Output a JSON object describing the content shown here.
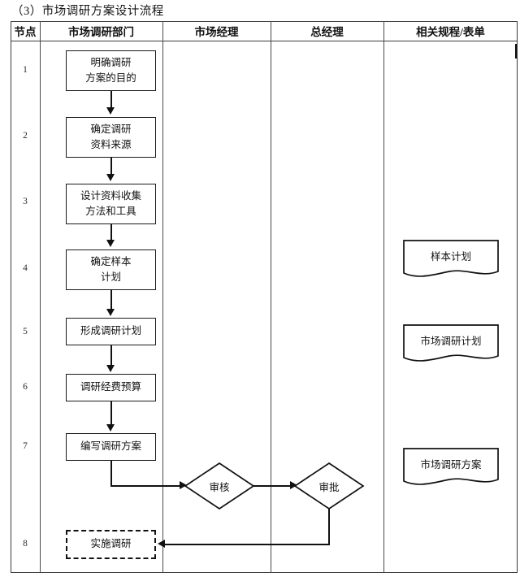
{
  "title": "（3）市场调研方案设计流程",
  "table": {
    "headers": [
      {
        "key": "node",
        "label": "节点"
      },
      {
        "key": "dept",
        "label": "市场调研部门"
      },
      {
        "key": "mgr",
        "label": "市场经理"
      },
      {
        "key": "gm",
        "label": "总经理"
      },
      {
        "key": "docs",
        "label": "相关规程/表单"
      }
    ],
    "node_numbers": [
      "1",
      "2",
      "3",
      "4",
      "5",
      "6",
      "7",
      "8"
    ]
  },
  "chart_data": {
    "type": "diagram",
    "diagram_kind": "swimlane-flowchart",
    "title": "（3）市场调研方案设计流程",
    "lanes": [
      "节点",
      "市场调研部门",
      "市场经理",
      "总经理",
      "相关规程/表单"
    ],
    "nodes": [
      {
        "id": "n1",
        "node": "1",
        "lane": "市场调研部门",
        "shape": "process",
        "lines": [
          "明确调研",
          "方案的目的"
        ]
      },
      {
        "id": "n2",
        "node": "2",
        "lane": "市场调研部门",
        "shape": "process",
        "lines": [
          "确定调研",
          "资料来源"
        ]
      },
      {
        "id": "n3",
        "node": "3",
        "lane": "市场调研部门",
        "shape": "process",
        "lines": [
          "设计资料收集",
          "方法和工具"
        ]
      },
      {
        "id": "n4",
        "node": "4",
        "lane": "市场调研部门",
        "shape": "process",
        "lines": [
          "确定样本",
          "计划"
        ]
      },
      {
        "id": "n5",
        "node": "5",
        "lane": "市场调研部门",
        "shape": "process",
        "lines": [
          "形成调研计划"
        ]
      },
      {
        "id": "n6",
        "node": "6",
        "lane": "市场调研部门",
        "shape": "process",
        "lines": [
          "调研经费预算"
        ]
      },
      {
        "id": "n7",
        "node": "7",
        "lane": "市场调研部门",
        "shape": "process",
        "lines": [
          "编写调研方案"
        ]
      },
      {
        "id": "d1",
        "node": "7",
        "lane": "市场经理",
        "shape": "decision",
        "lines": [
          "审核"
        ]
      },
      {
        "id": "d2",
        "node": "7",
        "lane": "总经理",
        "shape": "decision",
        "lines": [
          "审批"
        ]
      },
      {
        "id": "n8",
        "node": "8",
        "lane": "市场调研部门",
        "shape": "process-dashed",
        "lines": [
          "实施调研"
        ]
      },
      {
        "id": "doc1",
        "node": "4",
        "lane": "相关规程/表单",
        "shape": "document",
        "lines": [
          "样本计划"
        ]
      },
      {
        "id": "doc2",
        "node": "5",
        "lane": "相关规程/表单",
        "shape": "document",
        "lines": [
          "市场调研计划"
        ]
      },
      {
        "id": "doc3",
        "node": "7",
        "lane": "相关规程/表单",
        "shape": "document",
        "lines": [
          "市场调研方案"
        ]
      }
    ],
    "edges": [
      {
        "from": "n1",
        "to": "n2",
        "style": "arrow-down"
      },
      {
        "from": "n2",
        "to": "n3",
        "style": "arrow-down"
      },
      {
        "from": "n3",
        "to": "n4",
        "style": "arrow-down"
      },
      {
        "from": "n4",
        "to": "n5",
        "style": "arrow-down"
      },
      {
        "from": "n5",
        "to": "n6",
        "style": "arrow-down"
      },
      {
        "from": "n6",
        "to": "n7",
        "style": "arrow-down"
      },
      {
        "from": "n7",
        "to": "d1",
        "style": "elbow-right"
      },
      {
        "from": "d1",
        "to": "d2",
        "style": "arrow-right"
      },
      {
        "from": "d2",
        "to": "n8",
        "style": "elbow-left"
      }
    ]
  },
  "boxes": {
    "b1l1": "明确调研",
    "b1l2": "方案的目的",
    "b2l1": "确定调研",
    "b2l2": "资料来源",
    "b3l1": "设计资料收集",
    "b3l2": "方法和工具",
    "b4l1": "确定样本",
    "b4l2": "计划",
    "b5l1": "形成调研计划",
    "b6l1": "调研经费预算",
    "b7l1": "编写调研方案",
    "b8l1": "实施调研"
  },
  "diamonds": {
    "review": "审核",
    "approve": "审批"
  },
  "documents": {
    "doc1": "样本计划",
    "doc2": "市场调研计划",
    "doc3": "市场调研方案"
  },
  "colors": {
    "stroke": "#111111",
    "frame": "#3b3b3b",
    "background": "#ffffff"
  }
}
